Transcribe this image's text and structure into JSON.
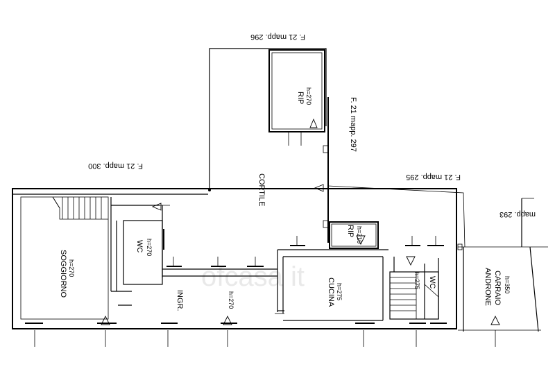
{
  "watermark": "ofcasa it",
  "boundary_labels": {
    "top": "F. 21 mapp. 296",
    "left": "F. 21 mapp. 300",
    "right_vertical": "F. 21 mapp. 297",
    "right_middle": "F. 21 mapp. 295",
    "far_right": "mapp. 293"
  },
  "rooms": {
    "rip_top": {
      "name": "RIP",
      "h": "h=270"
    },
    "cortile": {
      "name": "CORTILE"
    },
    "rip_small": {
      "name": "RIP",
      "h": "h=210"
    },
    "soggiorno": {
      "name": "SOGGIORNO",
      "h": "h=270"
    },
    "wc_left": {
      "name": "WC",
      "h": "h=270"
    },
    "ingr": {
      "name": "INGR.",
      "h": "h=270"
    },
    "cucina": {
      "name": "CUCINA",
      "h": "h=275"
    },
    "stair_h": {
      "h": "h=275"
    },
    "wc_right": {
      "name": "WC"
    },
    "androne": {
      "name": "ANDRONE",
      "name2": "CARRAIO",
      "h": "h=350"
    }
  }
}
